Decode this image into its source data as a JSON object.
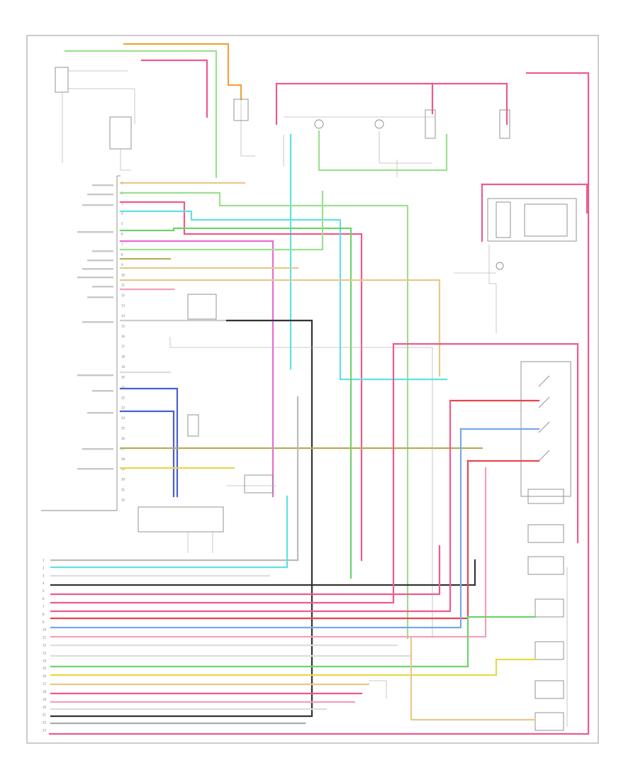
{
  "diagram": {
    "colors": {
      "pink": "#f05a8a",
      "red": "#e8464e",
      "orange": "#f3a33c",
      "green": "#6fd36c",
      "ltgreen": "#9be08f",
      "cyan": "#5fe0e8",
      "blue": "#4a5fd0",
      "ltblue": "#7aa7e8",
      "tan": "#e8c88a",
      "olive": "#b5ad5a",
      "black": "#333333",
      "gray": "#aaaaaa",
      "magenta": "#e86ad8",
      "yellow": "#e6d94a"
    },
    "pin_numbers": [
      "1",
      "2",
      "3",
      "4",
      "5",
      "6",
      "7",
      "8",
      "9",
      "10",
      "11",
      "12",
      "13",
      "14",
      "15",
      "16",
      "17",
      "18",
      "19",
      "20",
      "21",
      "22",
      "23",
      "24",
      "25",
      "26",
      "27",
      "28",
      "29",
      "30",
      "31",
      "32"
    ],
    "bottom_pins": [
      "1",
      "2",
      "3",
      "4",
      "5",
      "6",
      "7",
      "8",
      "9",
      "10",
      "11",
      "12",
      "13",
      "14",
      "15",
      "16",
      "17",
      "18",
      "19",
      "20",
      "21",
      "22",
      "23"
    ]
  }
}
